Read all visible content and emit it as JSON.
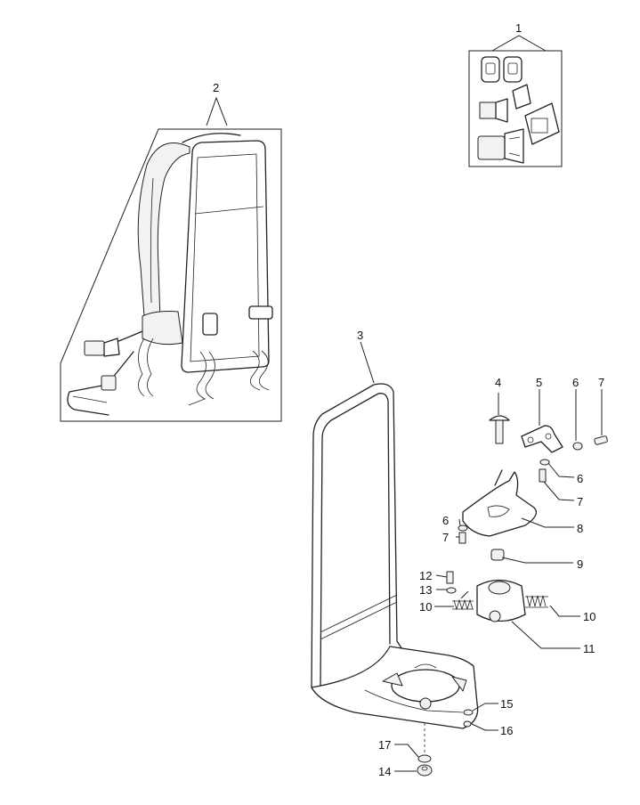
{
  "diagram": {
    "callouts": [
      {
        "id": "c1",
        "text": "1"
      },
      {
        "id": "c2",
        "text": "2"
      },
      {
        "id": "c3",
        "text": "3"
      },
      {
        "id": "c4",
        "text": "4"
      },
      {
        "id": "c5",
        "text": "5"
      },
      {
        "id": "c6a",
        "text": "6"
      },
      {
        "id": "c7a",
        "text": "7"
      },
      {
        "id": "c6b",
        "text": "6"
      },
      {
        "id": "c7b",
        "text": "7"
      },
      {
        "id": "c8",
        "text": "8"
      },
      {
        "id": "c6c",
        "text": "6"
      },
      {
        "id": "c7c",
        "text": "7"
      },
      {
        "id": "c9",
        "text": "9"
      },
      {
        "id": "c12",
        "text": "12"
      },
      {
        "id": "c13",
        "text": "13"
      },
      {
        "id": "c10a",
        "text": "10"
      },
      {
        "id": "c10b",
        "text": "10"
      },
      {
        "id": "c11",
        "text": "11"
      },
      {
        "id": "c15",
        "text": "15"
      },
      {
        "id": "c16",
        "text": "16"
      },
      {
        "id": "c17",
        "text": "17"
      },
      {
        "id": "c14",
        "text": "14"
      }
    ]
  }
}
